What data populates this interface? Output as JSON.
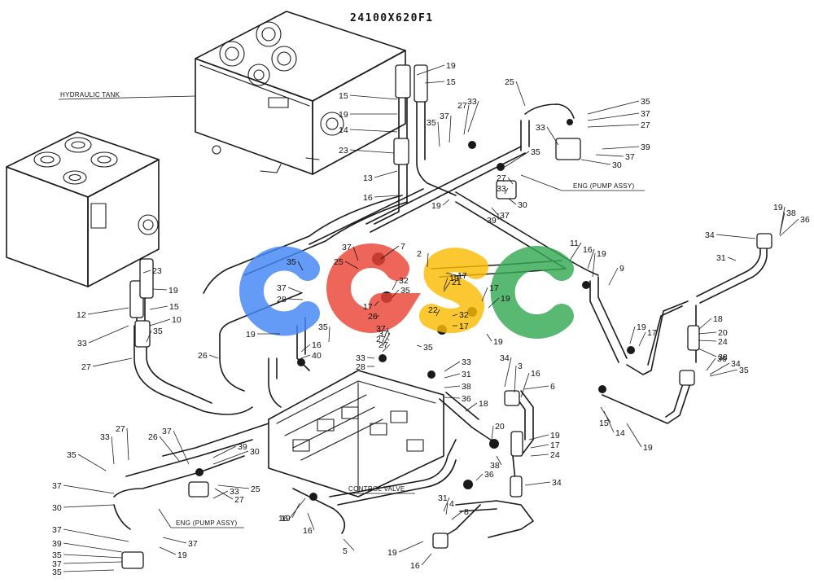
{
  "drawing_number": "24100X620F1",
  "captions": {
    "tank": "HYDRAULIC TANK",
    "pump_top": "ENG (PUMP ASSY)",
    "pump_bottom": "ENG (PUMP ASSY)",
    "control_valve": "CONTROL VALVE"
  },
  "watermark": {
    "text": "CGSC",
    "colors": [
      "#4285f4",
      "#ea4335",
      "#fbbc05",
      "#34a853"
    ]
  },
  "callouts": [
    "19",
    "15",
    "15",
    "19",
    "14",
    "23",
    "13",
    "16",
    "19",
    "25",
    "35",
    "37",
    "27",
    "33",
    "35",
    "37",
    "27",
    "33",
    "39",
    "37",
    "30",
    "35",
    "27",
    "33",
    "30",
    "39",
    "37",
    "19",
    "38",
    "36",
    "34",
    "31",
    "7",
    "2",
    "17",
    "19",
    "21",
    "17",
    "19",
    "32",
    "35",
    "22",
    "32",
    "17",
    "19",
    "11",
    "16",
    "19",
    "9",
    "19",
    "17",
    "18",
    "20",
    "24",
    "38",
    "36",
    "34",
    "35",
    "37",
    "25",
    "35",
    "37",
    "28",
    "17",
    "26",
    "19",
    "16",
    "40",
    "26",
    "35",
    "37",
    "27",
    "33",
    "28",
    "35",
    "37",
    "27",
    "33",
    "31",
    "38",
    "36",
    "34",
    "3",
    "16",
    "6",
    "18",
    "20",
    "19",
    "17",
    "24",
    "38",
    "36",
    "34",
    "31",
    "4",
    "8",
    "19",
    "16",
    "5",
    "19",
    "16",
    "19",
    "15",
    "14",
    "23",
    "19",
    "15",
    "10",
    "12",
    "33",
    "27",
    "35",
    "27",
    "33",
    "35",
    "37",
    "26",
    "39",
    "30",
    "37",
    "25",
    "27",
    "33",
    "30",
    "37",
    "39",
    "35",
    "37",
    "35",
    "37",
    "19",
    "16"
  ]
}
